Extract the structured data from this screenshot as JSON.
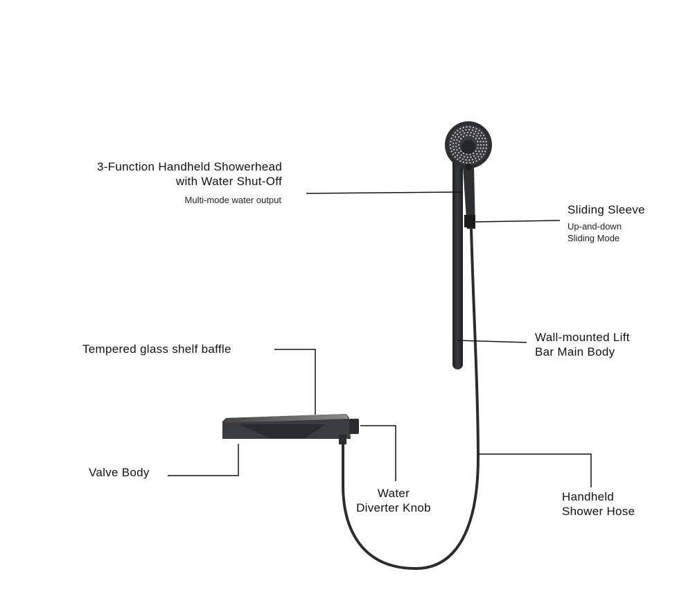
{
  "labels": {
    "showerhead": {
      "line1": "3-Function Handheld Showerhead",
      "line2": "with Water Shut-Off",
      "sub": "Multi-mode water output"
    },
    "sleeve": {
      "title": "Sliding Sleeve",
      "sub1": "Up-and-down",
      "sub2": "Sliding Mode"
    },
    "lift_bar": {
      "line1": "Wall-mounted Lift",
      "line2": "Bar Main Body"
    },
    "glass_shelf": {
      "title": "Tempered glass shelf baffle"
    },
    "valve_body": {
      "title": "Valve Body"
    },
    "diverter": {
      "line1": "Water",
      "line2": "Diverter Knob"
    },
    "hose": {
      "line1": "Handheld",
      "line2": "Shower Hose"
    }
  },
  "colors": {
    "product": "#2b2c2e",
    "line": "#111111"
  }
}
